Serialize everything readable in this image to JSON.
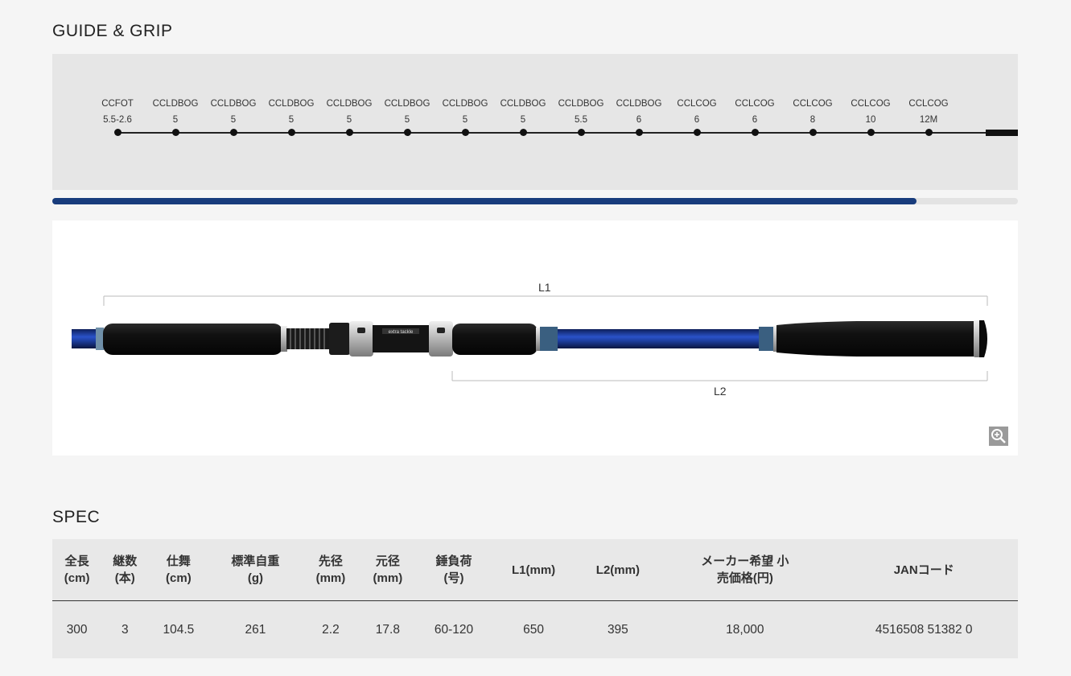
{
  "guide_section": {
    "title": "GUIDE & GRIP",
    "guides": [
      {
        "name": "CCFOT",
        "size": "5.5-2.6"
      },
      {
        "name": "CCLDBOG",
        "size": "5"
      },
      {
        "name": "CCLDBOG",
        "size": "5"
      },
      {
        "name": "CCLDBOG",
        "size": "5"
      },
      {
        "name": "CCLDBOG",
        "size": "5"
      },
      {
        "name": "CCLDBOG",
        "size": "5"
      },
      {
        "name": "CCLDBOG",
        "size": "5"
      },
      {
        "name": "CCLDBOG",
        "size": "5"
      },
      {
        "name": "CCLDBOG",
        "size": "5.5"
      },
      {
        "name": "CCLDBOG",
        "size": "6"
      },
      {
        "name": "CCLCOG",
        "size": "6"
      },
      {
        "name": "CCLCOG",
        "size": "6"
      },
      {
        "name": "CCLCOG",
        "size": "8"
      },
      {
        "name": "CCLCOG",
        "size": "10"
      },
      {
        "name": "CCLCOG",
        "size": "12M"
      }
    ],
    "scroll_position": 0.895
  },
  "grip_diagram": {
    "l1_label": "L1",
    "l2_label": "L2",
    "reel_seat_text": "extra tackle",
    "zoom_icon": "zoom-in-icon",
    "colors": {
      "blank": "#1d3fa0",
      "grip": "#111111",
      "ring": "#c8c8c8"
    }
  },
  "spec_section": {
    "title": "SPEC",
    "headers": [
      {
        "l1": "全長",
        "l2": "(cm)"
      },
      {
        "l1": "継数",
        "l2": "(本)"
      },
      {
        "l1": "仕舞",
        "l2": "(cm)"
      },
      {
        "l1": "標準自重",
        "l2": "(g)"
      },
      {
        "l1": "先径",
        "l2": "(mm)"
      },
      {
        "l1": "元径",
        "l2": "(mm)"
      },
      {
        "l1": "錘負荷",
        "l2": "(号)"
      },
      {
        "l1": "L1(mm)",
        "l2": ""
      },
      {
        "l1": "L2(mm)",
        "l2": ""
      },
      {
        "l1": "メーカー希望 小",
        "l2": "売価格(円)"
      },
      {
        "l1": "JANコード",
        "l2": ""
      }
    ],
    "values": [
      "300",
      "3",
      "104.5",
      "261",
      "2.2",
      "17.8",
      "60-120",
      "650",
      "395",
      "18,000",
      "4516508 51382 0"
    ]
  },
  "colors": {
    "accent": "#183c7c",
    "panel": "#e6e6e6",
    "background": "#f5f5f5"
  }
}
